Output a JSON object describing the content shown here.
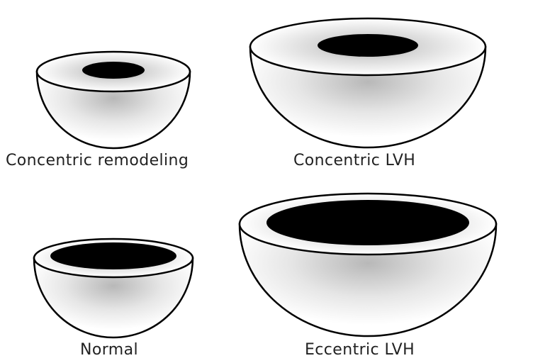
{
  "panels": [
    {
      "id": "concentric-remodeling",
      "label": "Concentric remodeling"
    },
    {
      "id": "concentric-lvh",
      "label": "Concentric LVH"
    },
    {
      "id": "normal",
      "label": "Normal"
    },
    {
      "id": "eccentric-lvh",
      "label": "Eccentric LVH"
    }
  ],
  "colors": {
    "outline": "#000000",
    "cavity": "#000000",
    "wall_light": "#ffffff",
    "wall_shade": "#9a9a9a"
  }
}
